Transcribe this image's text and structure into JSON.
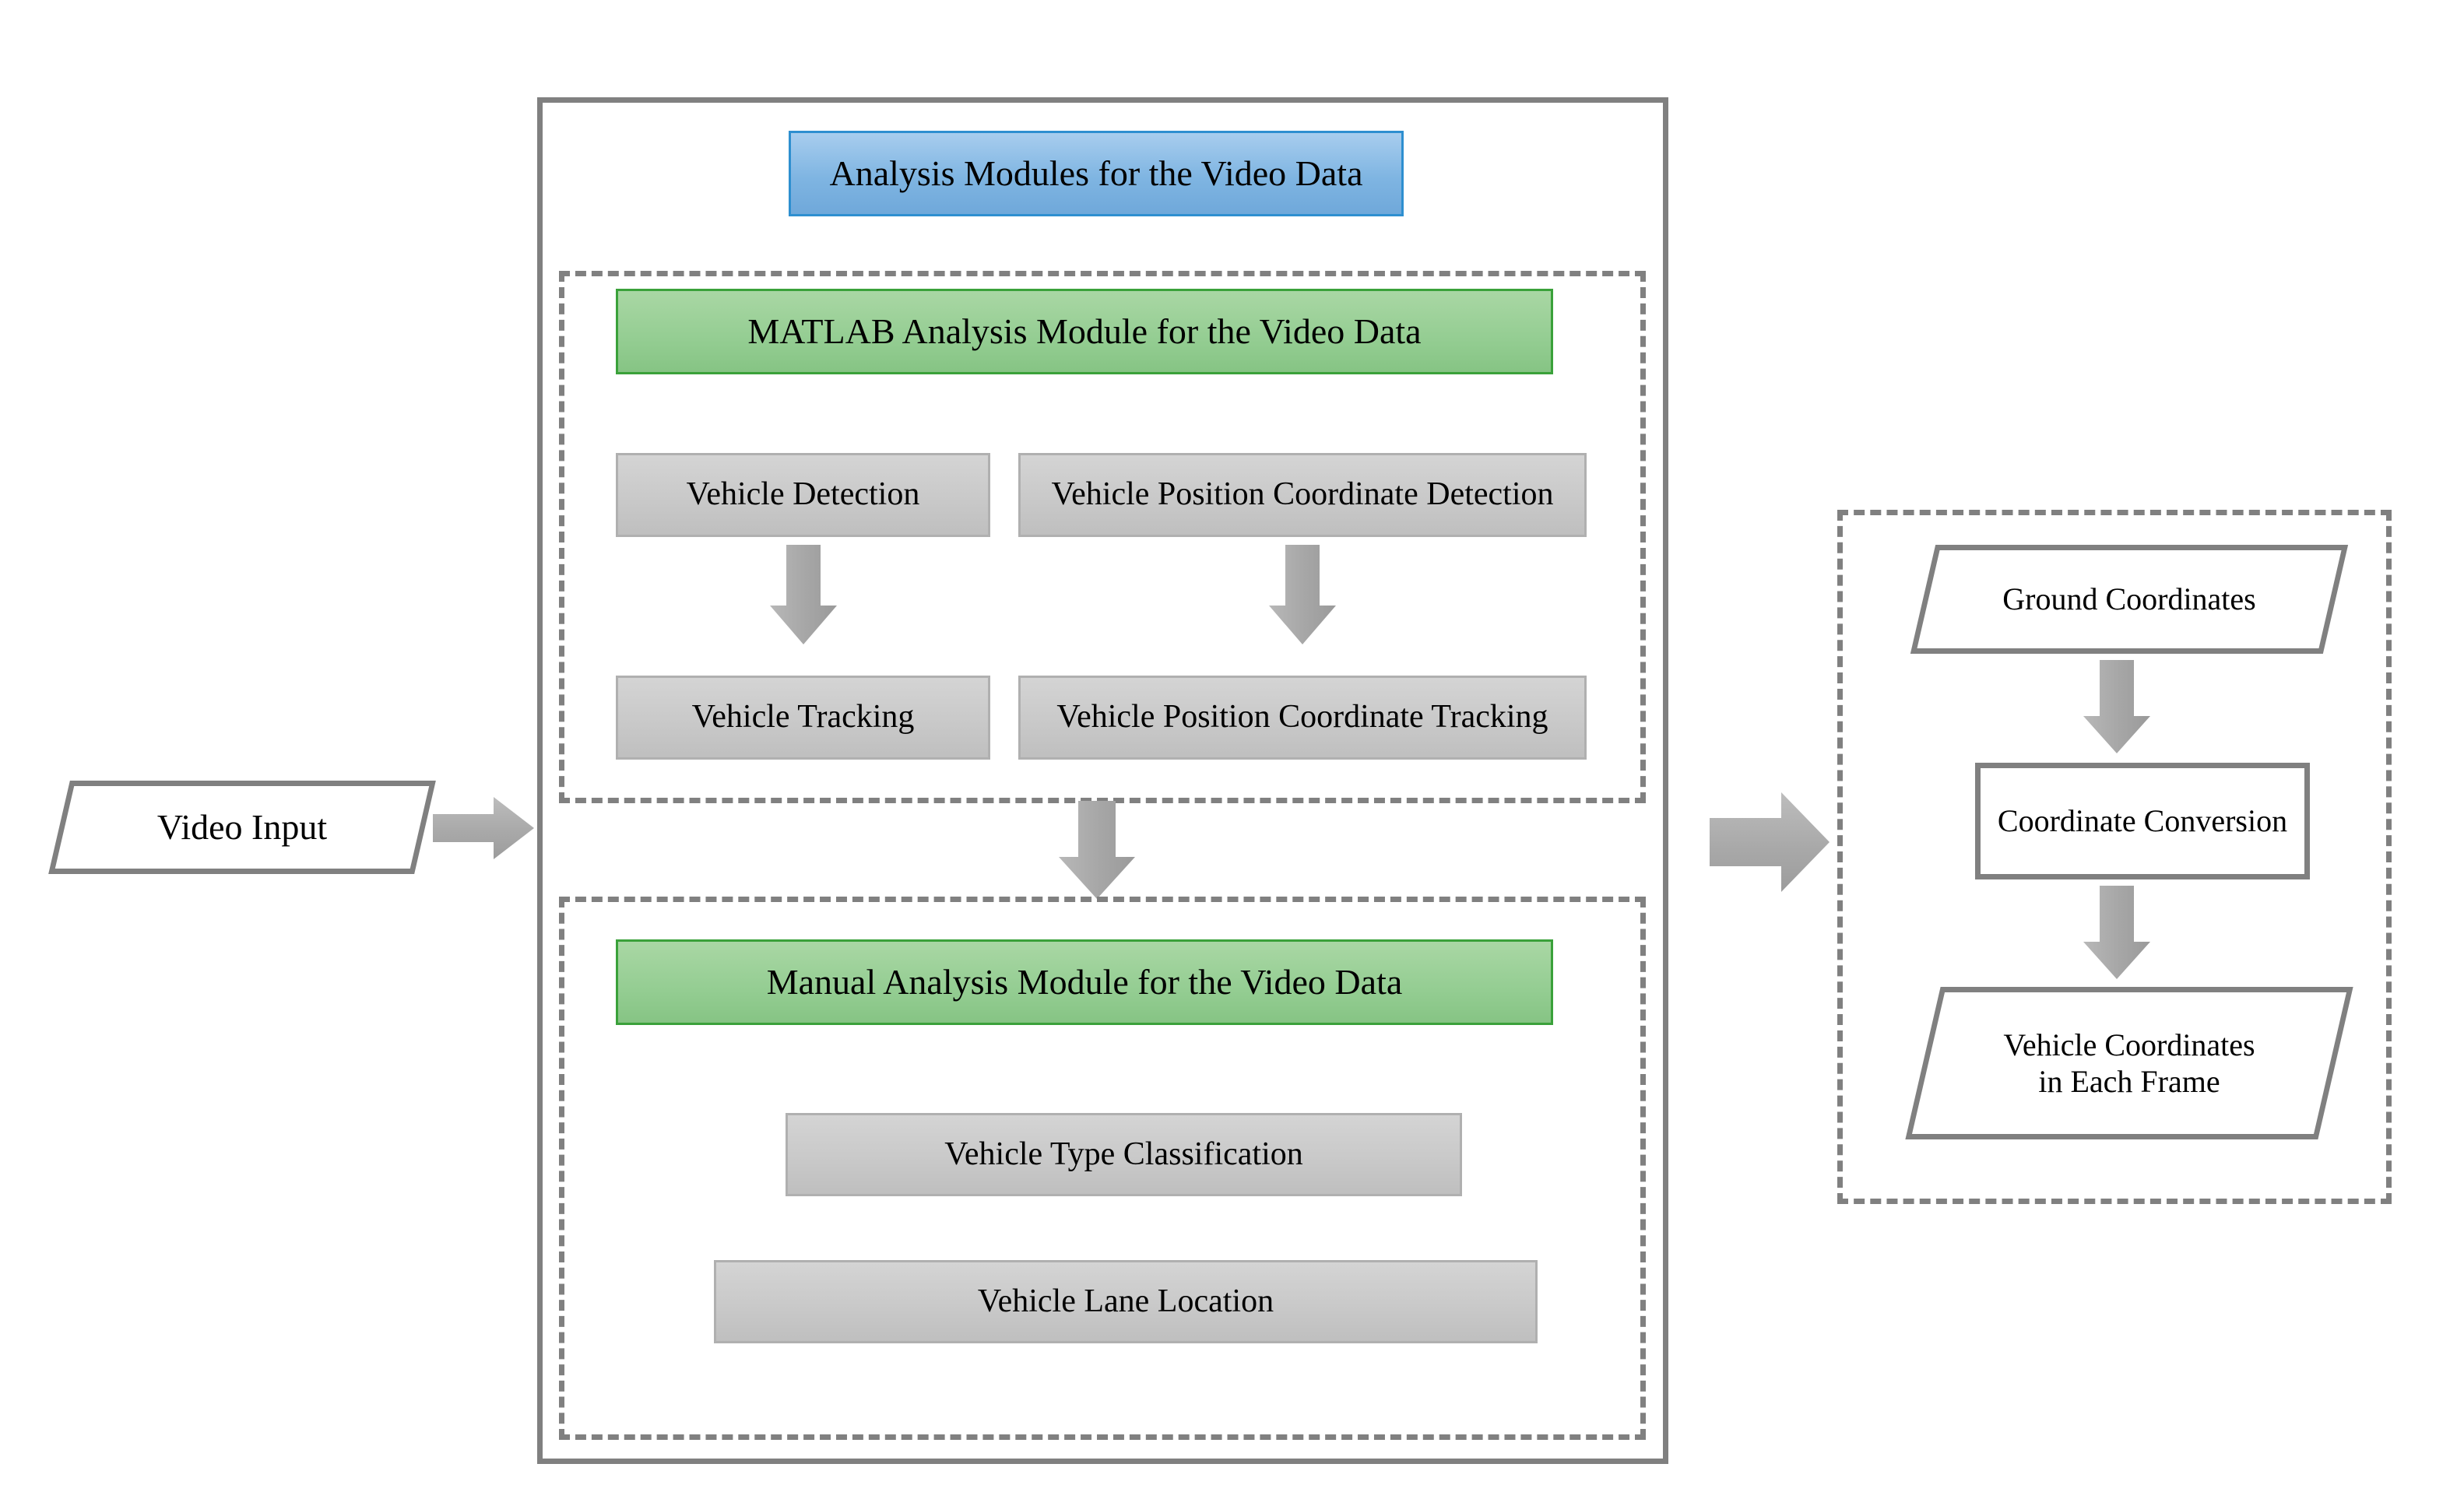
{
  "diagram": {
    "title": "Analysis Modules for the Video Data",
    "input": {
      "label": "Video Input"
    },
    "matlab_module": {
      "header": "MATLAB Analysis Module for the Video Data",
      "boxes": [
        {
          "label": "Vehicle Detection"
        },
        {
          "label": "Vehicle Position Coordinate Detection"
        },
        {
          "label": "Vehicle Tracking"
        },
        {
          "label": "Vehicle Position Coordinate Tracking"
        }
      ]
    },
    "manual_module": {
      "header": "Manual Analysis Module for the Video Data",
      "boxes": [
        {
          "label": "Vehicle Type Classification"
        },
        {
          "label": "Vehicle Lane Location"
        }
      ]
    },
    "coordinate_module": {
      "boxes": [
        {
          "label": "Ground Coordinates"
        },
        {
          "label": "Coordinate Conversion"
        },
        {
          "label": "Vehicle Coordinates in Each Frame"
        }
      ]
    },
    "colors": {
      "blue_fill": "#7fb5e2",
      "blue_border": "#2e8fd0",
      "green_fill": "#94cd92",
      "green_border": "#3aa13a",
      "gray_fill": "#c9c9c9",
      "gray_border": "#b0b0b0",
      "outline": "#808080",
      "arrow": "#a6a6a6",
      "text": "#000000",
      "background": "#ffffff"
    }
  }
}
